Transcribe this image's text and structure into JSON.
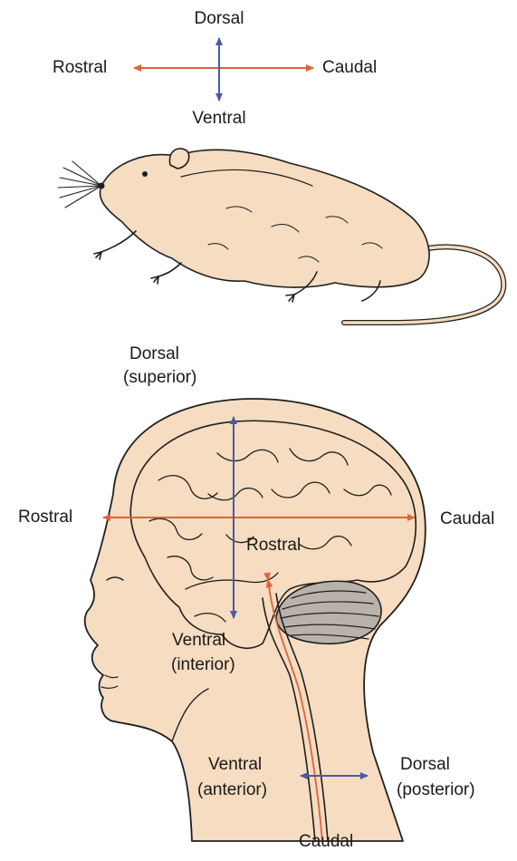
{
  "rat_axes": {
    "dorsal": "Dorsal",
    "ventral": "Ventral",
    "rostral": "Rostral",
    "caudal": "Caudal"
  },
  "human_axes": {
    "dorsal_top_1": "Dorsal",
    "dorsal_top_2": "(superior)",
    "rostral_left": "Rostral",
    "caudal_right": "Caudal",
    "rostral_inner": "Rostral",
    "ventral_1": "Ventral",
    "ventral_2": "(interior)",
    "neck_ventral_1": "Ventral",
    "neck_ventral_2": "(anterior)",
    "neck_dorsal_1": "Dorsal",
    "neck_dorsal_2": "(posterior)",
    "caudal_bottom": "Caudal"
  },
  "colors": {
    "rostrocaudal_arrow": "#e0633a",
    "dorsoventral_arrow": "#4a5aa8",
    "skin": "#f6dcc0",
    "outline": "#1f1f1f"
  }
}
